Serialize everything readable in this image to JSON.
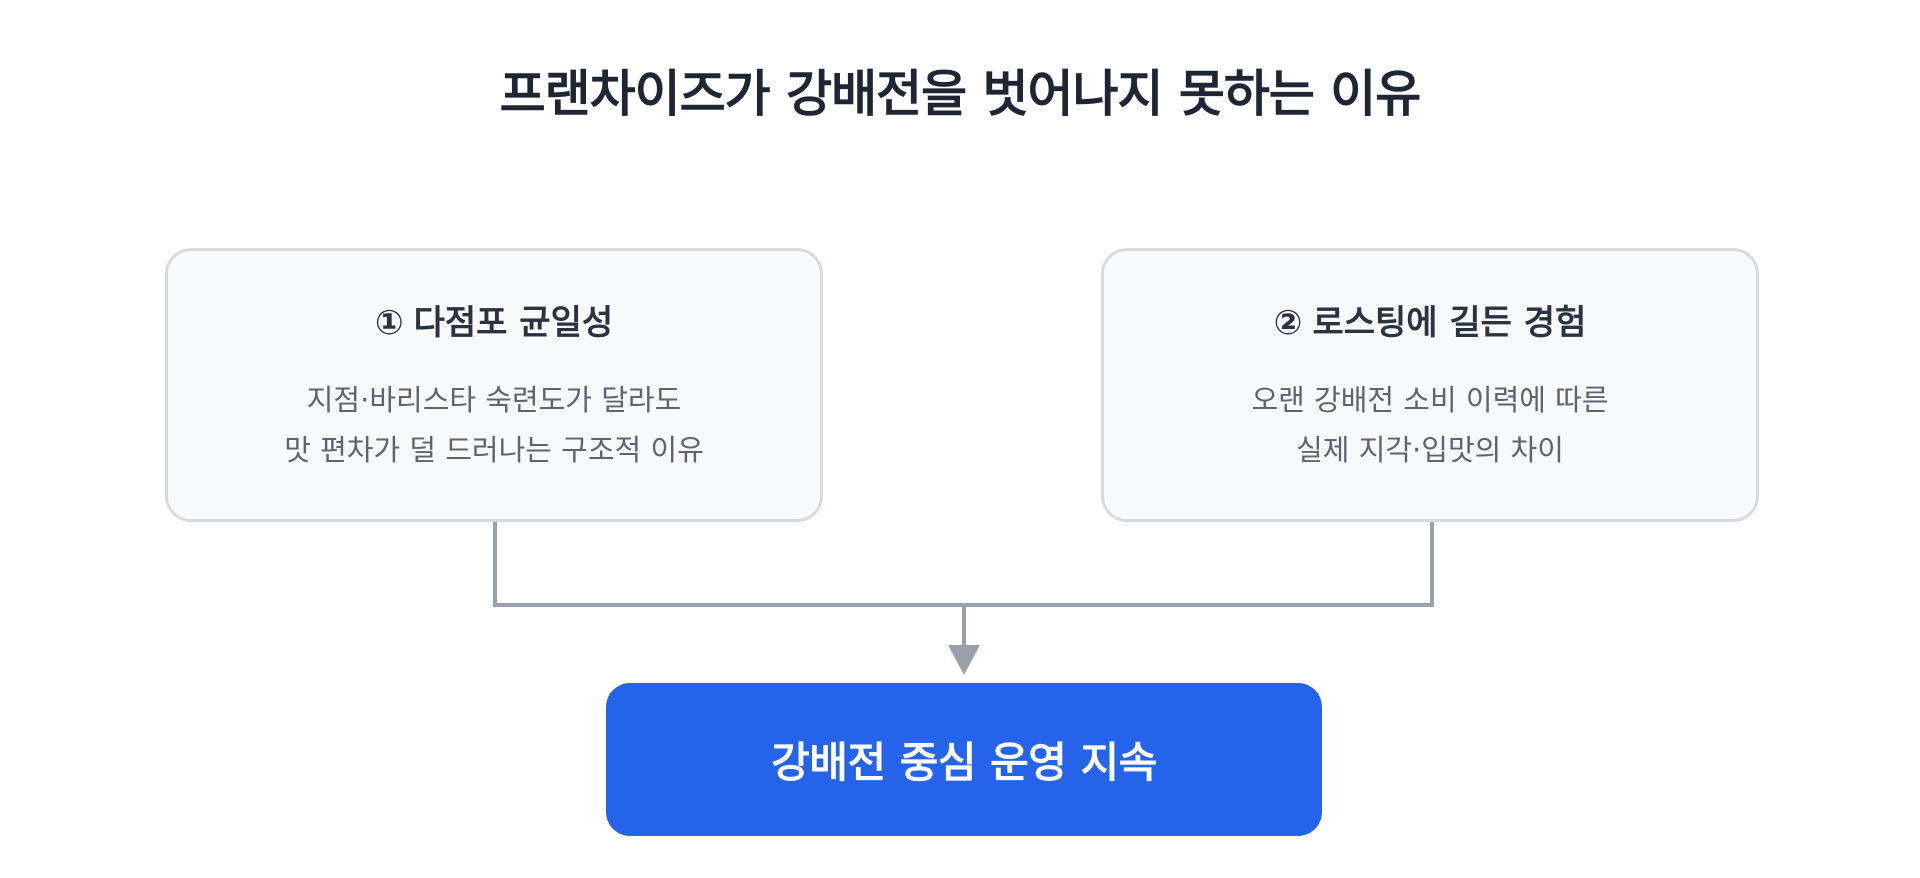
{
  "title": "프랜차이즈가 강배전을 벗어나지 못하는 이유",
  "cards": [
    {
      "number": "①",
      "heading": "다점포 균일성",
      "lines": [
        "지점·바리스타 숙련도가 달라도",
        "맛 편차가 덜 드러나는 구조적 이유"
      ]
    },
    {
      "number": "②",
      "heading": "로스팅에 길든 경험",
      "lines": [
        "오랜 강배전 소비 이력에 따른",
        "실제 지각·입맛의 차이"
      ]
    }
  ],
  "result": {
    "label": "강배전 중심 운영 지속"
  },
  "colors": {
    "accent": "#2563eb",
    "card_bg": "#f8f9fb",
    "card_border": "#d6d9de",
    "connector": "#9aa1ab",
    "title_text": "#1e2533"
  }
}
